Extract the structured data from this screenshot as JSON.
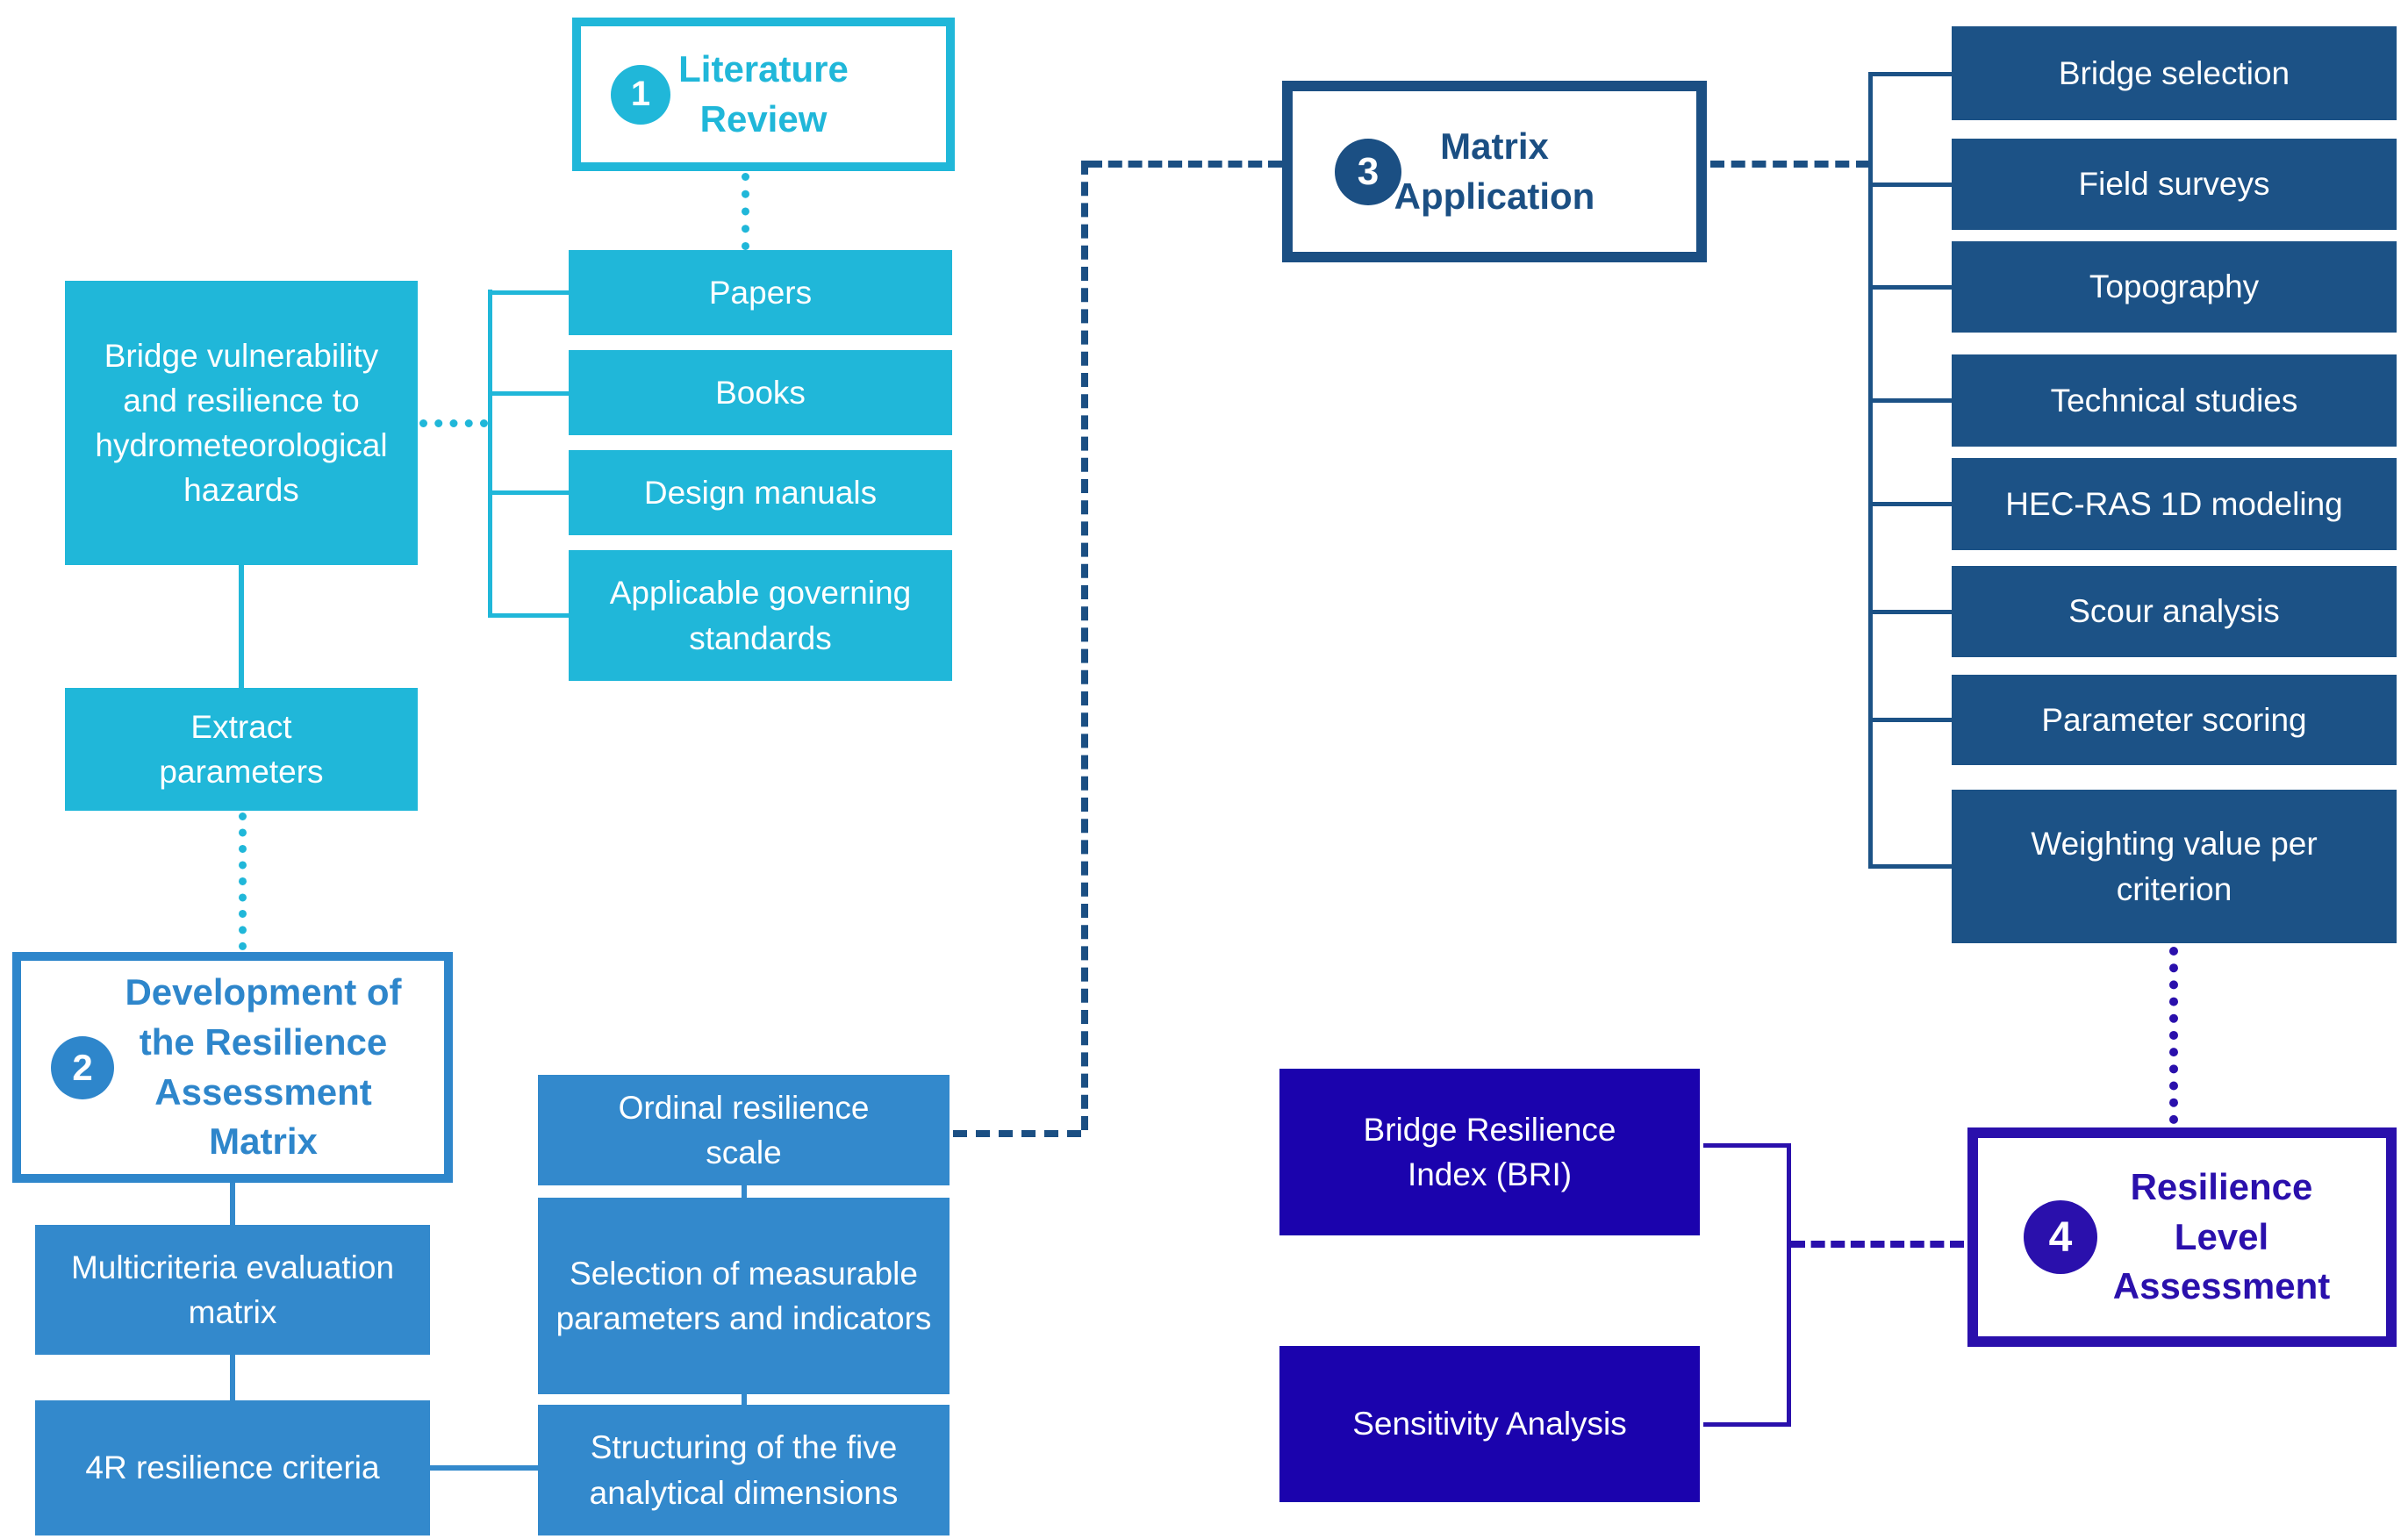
{
  "palette": {
    "cyan": "#20B7D9",
    "medium_blue": "#3389CC",
    "stage2_blue": "#2E86CB",
    "dark_navy": "#1C5286",
    "stage3_navy": "#1B4F83",
    "indigo": "#1B03AD",
    "stage4_indigo": "#2A10AC",
    "text_on_fill": "#FFFFFF",
    "background": "#FFFFFF"
  },
  "stages": [
    {
      "number": "1",
      "title": "Literature Review"
    },
    {
      "number": "2",
      "title": "Development of the Resilience Assessment Matrix"
    },
    {
      "number": "3",
      "title": "Matrix Application"
    },
    {
      "number": "4",
      "title": "Resilience Level Assessment"
    }
  ],
  "literature": {
    "topic": "Bridge vulnerability and resilience to hydrometeorological hazards",
    "extract": "Extract parameters",
    "sources": [
      "Papers",
      "Books",
      "Design manuals",
      "Applicable governing standards"
    ]
  },
  "development": {
    "items": [
      "Multicriteria evaluation matrix",
      "4R resilience criteria"
    ],
    "matrix_steps": [
      "Ordinal resilience scale",
      "Selection of measurable parameters and indicators",
      "Structuring of the five analytical dimensions"
    ]
  },
  "application": {
    "steps": [
      "Bridge selection",
      "Field surveys",
      "Topography",
      "Technical studies",
      "HEC-RAS 1D modeling",
      "Scour analysis",
      "Parameter scoring",
      "Weighting value per criterion"
    ]
  },
  "assessment": {
    "outputs": [
      "Bridge Resilience Index (BRI)",
      "Sensitivity Analysis"
    ]
  }
}
